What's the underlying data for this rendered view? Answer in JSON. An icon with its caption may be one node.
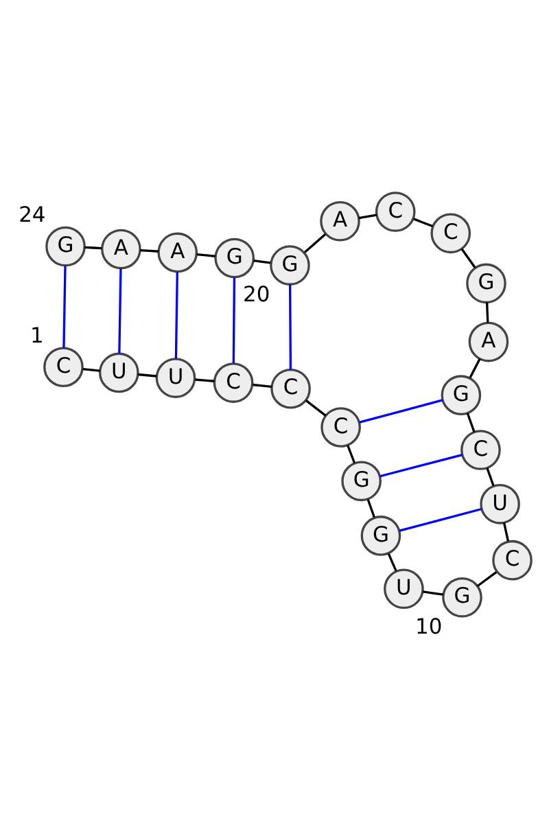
{
  "diagram": {
    "nodes": [
      {
        "text": [
          "C"
        ],
        "beside": [
          "1"
        ]
      },
      {
        "text": [
          "U"
        ]
      },
      {
        "text": [
          "U"
        ]
      },
      {
        "text": [
          "C"
        ]
      },
      {
        "text": [
          "C"
        ]
      },
      {
        "text": [
          "C"
        ]
      },
      {
        "text": [
          "G"
        ]
      },
      {
        "text": [
          "G"
        ]
      },
      {
        "text": [
          "U"
        ]
      },
      {
        "text": [
          "G"
        ],
        "beside": [
          "10"
        ]
      },
      {
        "text": [
          "C"
        ]
      },
      {
        "text": [
          "U"
        ]
      },
      {
        "text": [
          "C"
        ]
      },
      {
        "text": [
          "G"
        ]
      },
      {
        "text": [
          "A"
        ]
      },
      {
        "text": [
          "G"
        ]
      },
      {
        "text": [
          "C"
        ]
      },
      {
        "text": [
          "C"
        ]
      },
      {
        "text": [
          "A"
        ]
      },
      {
        "text": [
          "G"
        ],
        "beside": [
          "20"
        ]
      },
      {
        "text": [
          "G"
        ]
      },
      {
        "text": [
          "A"
        ]
      },
      {
        "text": [
          "A"
        ]
      },
      {
        "text": [
          "G"
        ],
        "beside": [
          "24"
        ]
      }
    ],
    "edges": [
      {
        "from": 0,
        "to": 1,
        "arrow": "none"
      },
      {
        "from": 1,
        "to": 2,
        "arrow": "none"
      },
      {
        "from": 2,
        "to": 3,
        "arrow": "none"
      },
      {
        "from": 3,
        "to": 4,
        "arrow": "none"
      },
      {
        "from": 4,
        "to": 5,
        "arrow": "none"
      },
      {
        "from": 5,
        "to": 6,
        "arrow": "none"
      },
      {
        "from": 6,
        "to": 7,
        "arrow": "none"
      },
      {
        "from": 7,
        "to": 8,
        "arrow": "none"
      },
      {
        "from": 8,
        "to": 9,
        "arrow": "none"
      },
      {
        "from": 9,
        "to": 10,
        "arrow": "none"
      },
      {
        "from": 10,
        "to": 11,
        "arrow": "none"
      },
      {
        "from": 11,
        "to": 12,
        "arrow": "none"
      },
      {
        "from": 12,
        "to": 13,
        "arrow": "none"
      },
      {
        "from": 13,
        "to": 14,
        "arrow": "none"
      },
      {
        "from": 14,
        "to": 15,
        "arrow": "none"
      },
      {
        "from": 15,
        "to": 16,
        "arrow": "none"
      },
      {
        "from": 16,
        "to": 17,
        "arrow": "none"
      },
      {
        "from": 17,
        "to": 18,
        "arrow": "none"
      },
      {
        "from": 18,
        "to": 19,
        "arrow": "none"
      },
      {
        "from": 19,
        "to": 20,
        "arrow": "none"
      },
      {
        "from": 20,
        "to": 21,
        "arrow": "none"
      },
      {
        "from": 21,
        "to": 22,
        "arrow": "none"
      },
      {
        "from": 22,
        "to": 23,
        "arrow": "none"
      },
      {
        "from": 0,
        "to": 23,
        "arrow": "none",
        "color": "#0000ff"
      },
      {
        "from": 1,
        "to": 22,
        "arrow": "none",
        "color": "#0000ff"
      },
      {
        "from": 2,
        "to": 21,
        "arrow": "none",
        "color": "#0000ff"
      },
      {
        "from": 3,
        "to": 20,
        "arrow": "none",
        "color": "#0000ff"
      },
      {
        "from": 4,
        "to": 19,
        "arrow": "none",
        "color": "#0000ff"
      },
      {
        "from": 5,
        "to": 13,
        "arrow": "none",
        "color": "#0000ff"
      },
      {
        "from": 6,
        "to": 12,
        "arrow": "none",
        "color": "#0000ff"
      },
      {
        "from": 7,
        "to": 11,
        "arrow": "none",
        "color": "#0000ff"
      }
    ]
  }
}
